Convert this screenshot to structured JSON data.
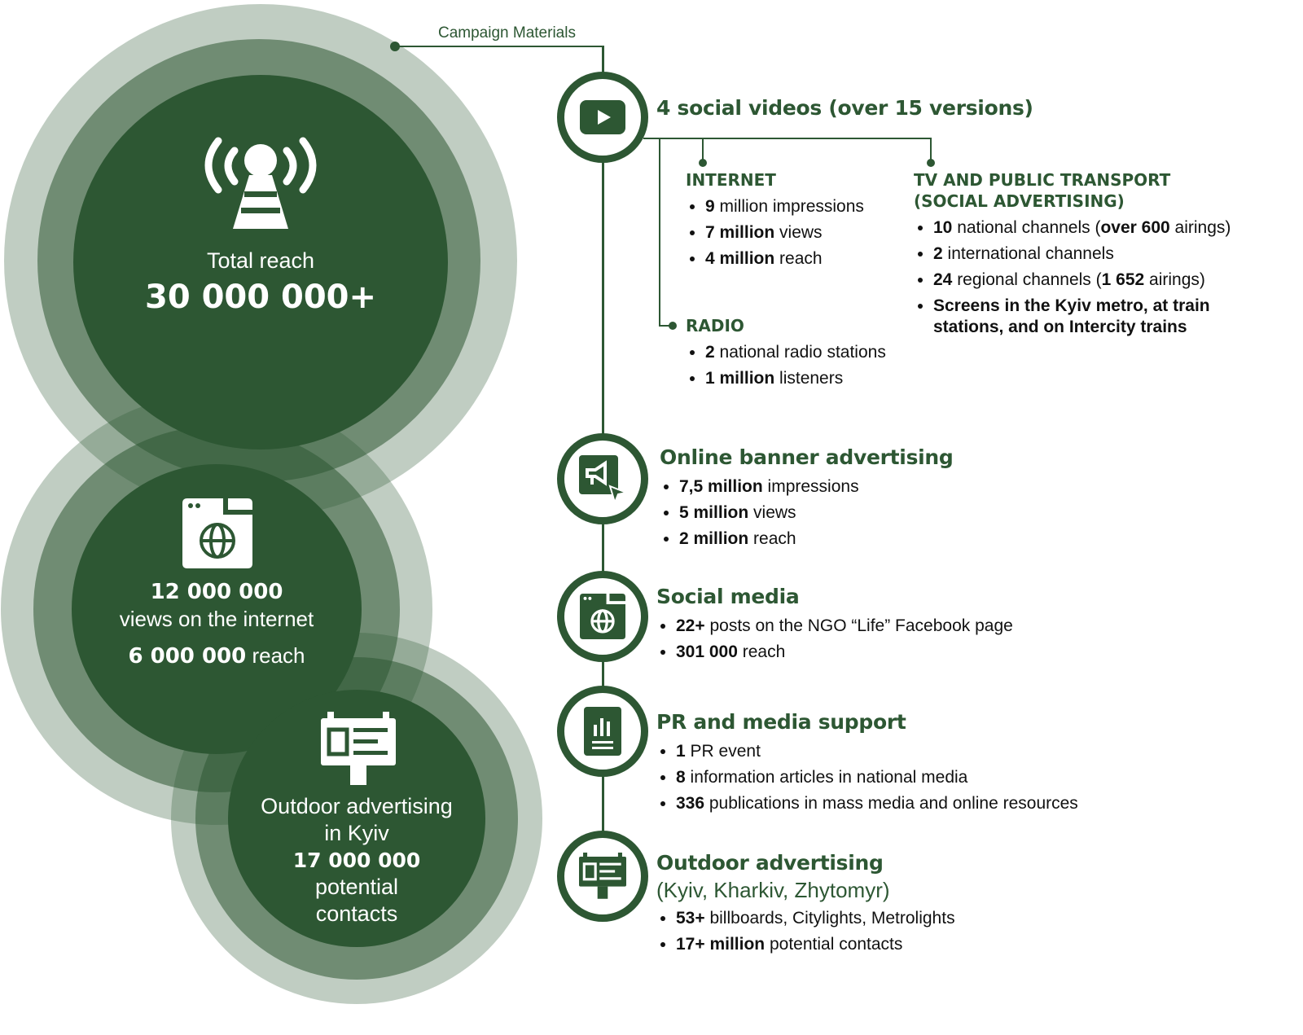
{
  "colors": {
    "dark": "#2d5733",
    "mid": "#6a8a6d",
    "light": "#c0cbc0"
  },
  "campaign_label": "Campaign Materials",
  "left": {
    "total": {
      "label": "Total reach",
      "value": "30 000 000+",
      "icon": "radio-tower-icon"
    },
    "internet": {
      "value": "12 000 000",
      "label": "views on the internet",
      "reach_value": "6 000 000",
      "reach_label": " reach",
      "icon": "browser-globe-icon"
    },
    "outdoor": {
      "label1": "Outdoor advertising",
      "label2": "in Kyiv",
      "value": "17 000 000",
      "label3": "potential",
      "label4": "contacts",
      "icon": "billboard-icon"
    }
  },
  "videos": {
    "title": "4 social videos (over 15 versions)",
    "icon": "play-video-icon",
    "internet": {
      "title": "INTERNET",
      "items": [
        {
          "b": "9",
          "t": " million impressions"
        },
        {
          "b": "7 million",
          "t": " views"
        },
        {
          "b": "4 million",
          "t": " reach"
        }
      ]
    },
    "radio": {
      "title": "RADIO",
      "items": [
        {
          "b": "2",
          "t": " national radio stations"
        },
        {
          "b": "1 million",
          "t": " listeners"
        }
      ]
    },
    "tv": {
      "title1": "TV AND PUBLIC TRANSPORT",
      "title2": "(SOCIAL ADVERTISING)",
      "items": [
        {
          "b": "10",
          "t": " national channels (",
          "b2": "over 600",
          "t2": " airings)"
        },
        {
          "b": "2",
          "t": " international channels"
        },
        {
          "b": "24",
          "t": " regional channels (",
          "b2": "1 652",
          "t2": " airings)"
        },
        {
          "b": "Screens in the Kyiv metro, at train stations, and on Intercity trains",
          "t": ""
        }
      ]
    }
  },
  "banner": {
    "title": "Online banner advertising",
    "icon": "megaphone-cursor-icon",
    "items": [
      {
        "b": "7,5 million",
        "t": " impressions"
      },
      {
        "b": "5 million",
        "t": " views"
      },
      {
        "b": "2 million",
        "t": " reach"
      }
    ]
  },
  "social": {
    "title": "Social media",
    "icon": "browser-globe-icon",
    "items": [
      {
        "b": "22+",
        "t": " posts on the NGO “Life” Facebook page"
      },
      {
        "b": "301 000",
        "t": " reach"
      }
    ]
  },
  "pr": {
    "title": "PR and media support",
    "icon": "report-chart-icon",
    "items": [
      {
        "b": "1",
        "t": " PR event"
      },
      {
        "b": "8",
        "t": " information articles in national media"
      },
      {
        "b": "336",
        "t": " publications in mass media and online resources"
      }
    ]
  },
  "outdoor": {
    "title": "Outdoor advertising",
    "subtitle": "(Kyiv, Kharkiv, Zhytomyr)",
    "icon": "billboard-icon",
    "items": [
      {
        "b": "53+",
        "t": " billboards, Citylights, Metrolights"
      },
      {
        "b": "17+ million",
        "t": " potential contacts"
      }
    ]
  }
}
